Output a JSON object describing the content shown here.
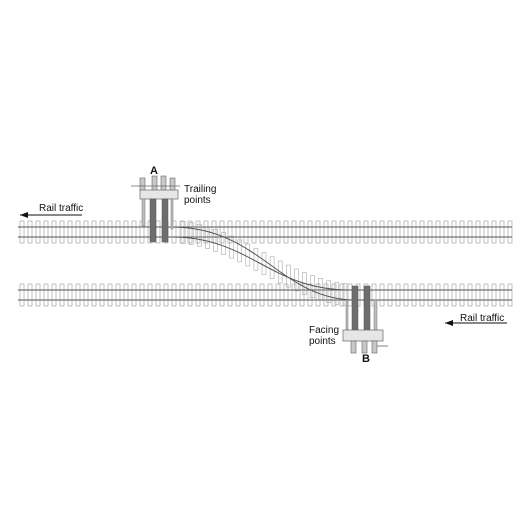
{
  "labels": {
    "point_a": "A",
    "point_b": "B",
    "trailing_line1": "Trailing",
    "trailing_line2": "points",
    "facing_line1": "Facing",
    "facing_line2": "points",
    "rail_traffic_top": "Rail traffic",
    "rail_traffic_bottom": "Rail traffic"
  },
  "colors": {
    "rail": "#555555",
    "sleeper": "#9a9a9a",
    "lever_dark": "#6e6e6e",
    "lever_light": "#bdbdbd",
    "box_fill": "#e6e6e6",
    "text": "#111111"
  }
}
